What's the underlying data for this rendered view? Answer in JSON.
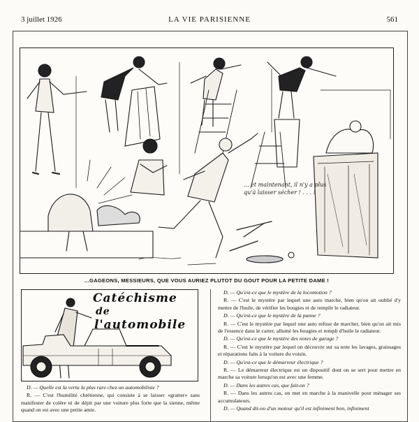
{
  "header": {
    "date": "3 juillet 1926",
    "title": "LA VIE PARISIENNE",
    "page_number": "561"
  },
  "illustration": {
    "speech": "... et maintenant, il n'y a plus qu'à laisser sécher ! . . . !",
    "caption": "...GAGEONS, MESSIEURS, QUE VOUS AURIEZ PLUTOT DU GOUT POUR LA PETITE DAME !"
  },
  "ad": {
    "title_line1": "Catéchisme",
    "title_line2": "de",
    "title_line3": "l'automobile"
  },
  "left_column": [
    {
      "q": "D. — Quelle est la vertu la plus rare chez un automobiliste ?"
    },
    {
      "a": "R. — C'est l'humilité chrétienne, qui consiste à se laisser «gratter» sans manifester de colère ni de dépit par une voiture plus forte que la sienne, même quand on est avec une petite amie."
    }
  ],
  "right_column": [
    {
      "q": "D. — Qu'est-ce que le mystère de la locomotion ?"
    },
    {
      "a": "R. — C'est le mystère par lequel une auto marche, bien qu'on ait oublié d'y mettre de l'huile, de vérifier les bougies et de remplir le radiateur."
    },
    {
      "q": "D. — Qu'est-ce que le mystère de la panne ?"
    },
    {
      "a": "R. — C'est le mystère par lequel une auto refuse de marcher, bien qu'on ait mis de l'essence dans le carter, allumé les bougies et rempli d'huile le radiateur."
    },
    {
      "q": "D. — Qu'est-ce que le mystère des notes de garage ?"
    },
    {
      "a": "R. — C'est le mystère par lequel on découvre sur sa note les lavages, graissages et réparations faits à la voiture du voisin."
    },
    {
      "q": "D. — Qu'est-ce que le démarreur électrique ?"
    },
    {
      "a": "R. — Le démarreur électrique est un dispositif dont on se sert pour mettre en marche sa voiture lorsqu'on est avec une femme."
    },
    {
      "q": "D. — Dans les autres cas, que fait-on ?"
    },
    {
      "a": "R. — Dans les autres cas, on met en marche à la manivelle pour ménager ses accumulateurs."
    },
    {
      "q": "D. — Quand dit-on d'un moteur qu'il est infiniment bon, infiniment"
    }
  ]
}
